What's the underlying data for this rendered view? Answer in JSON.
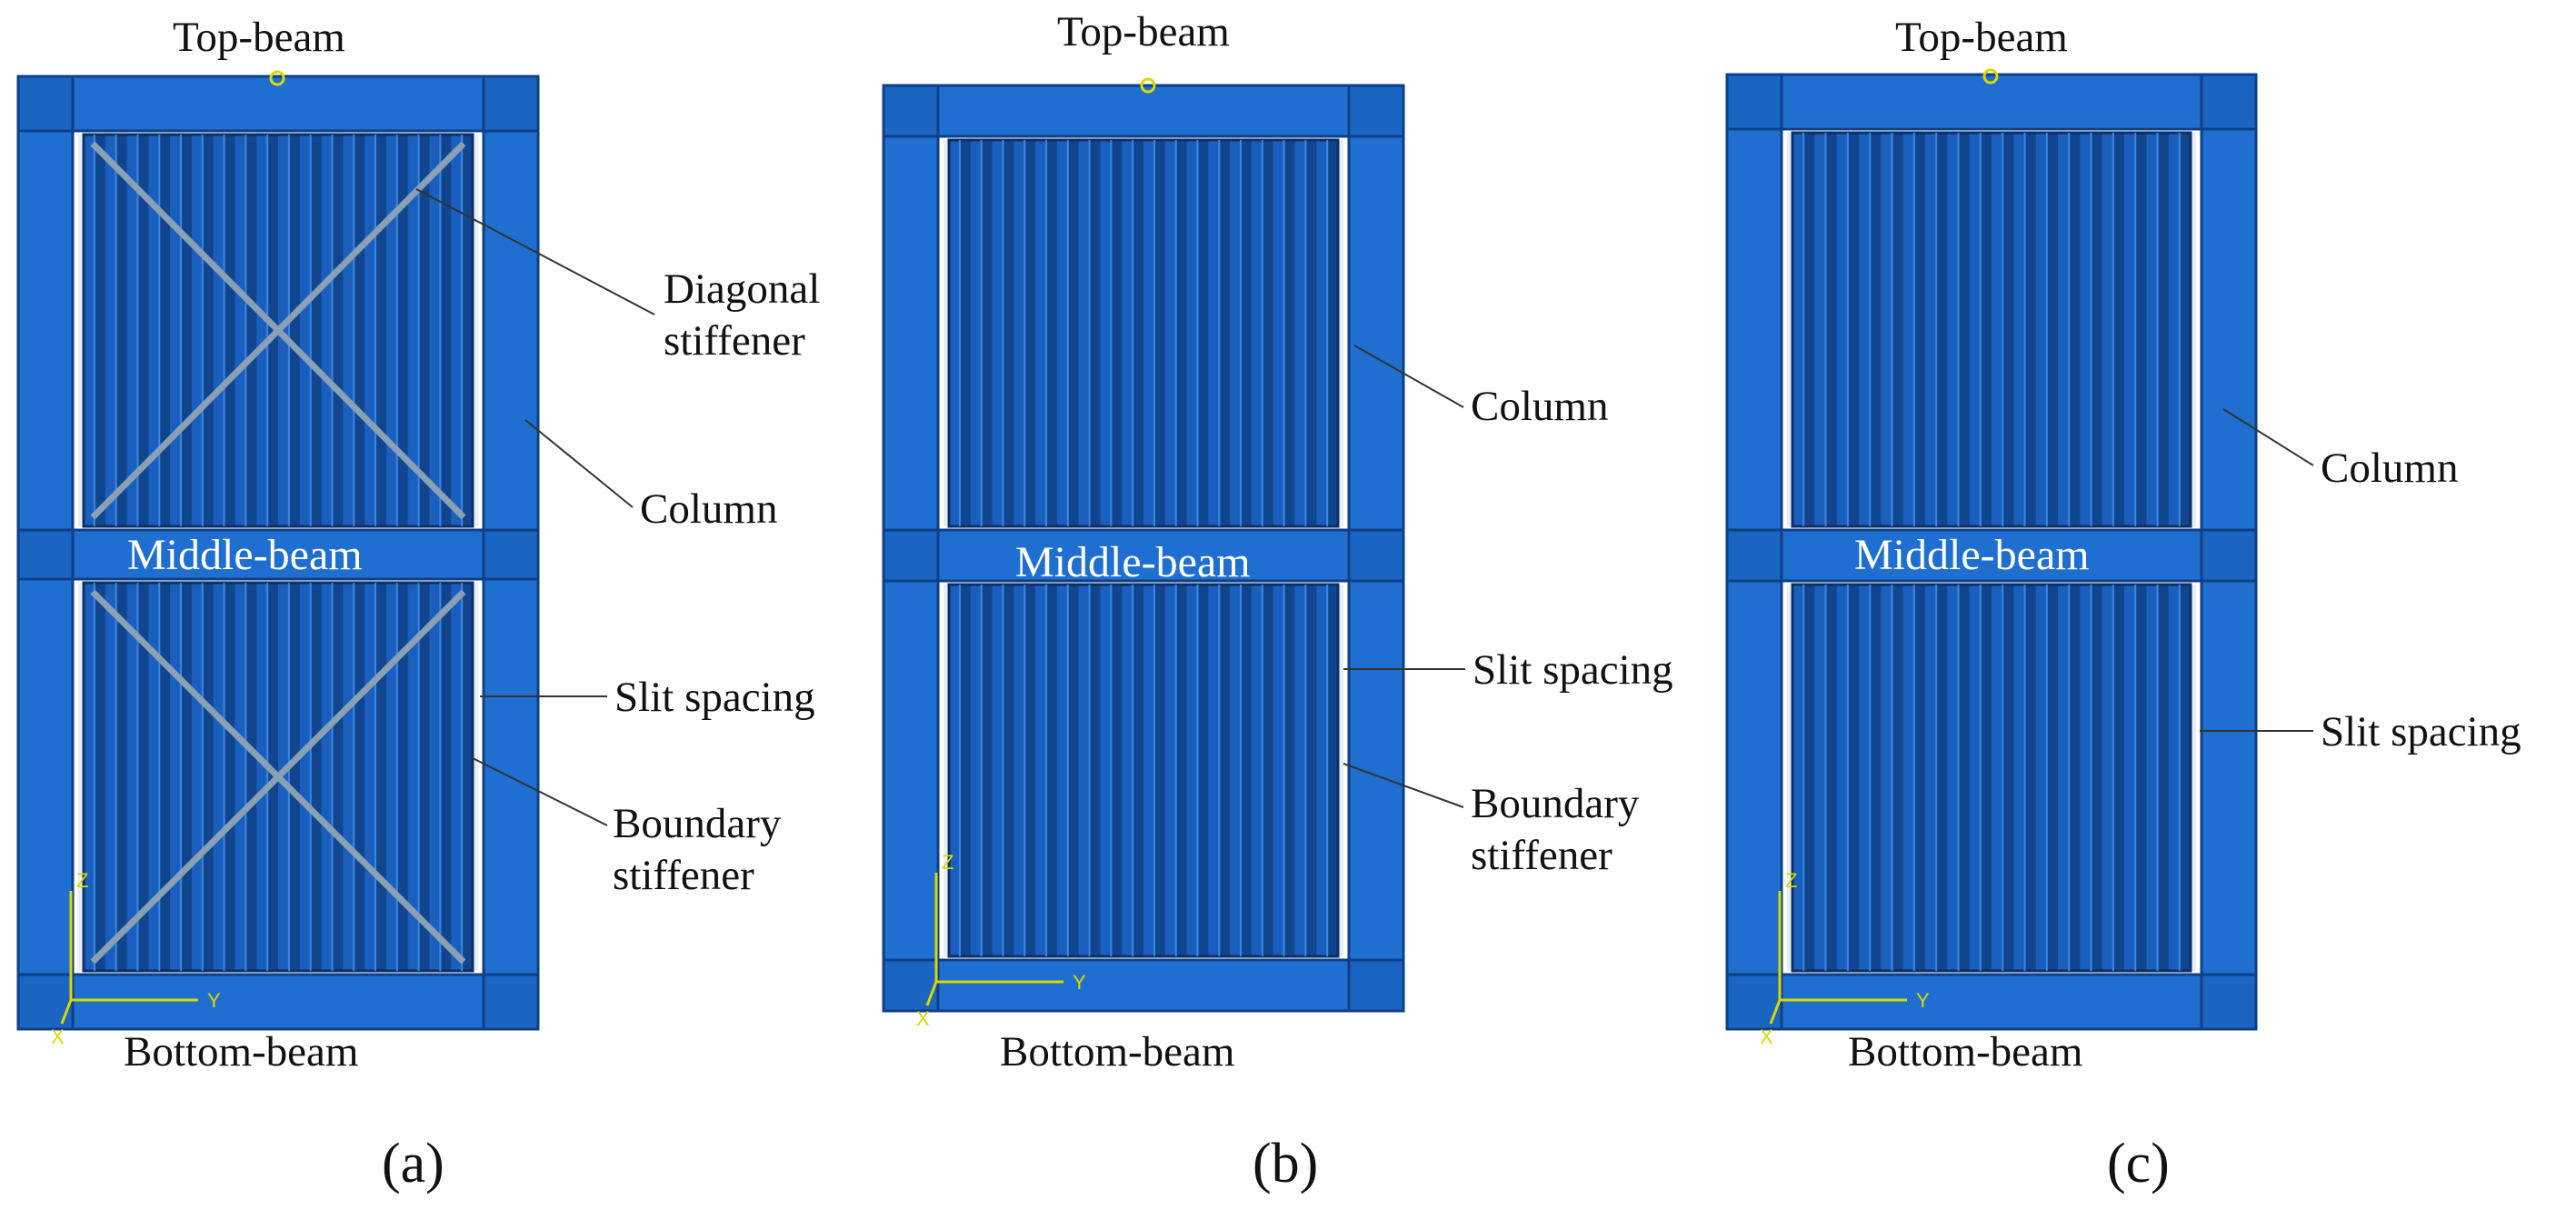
{
  "colors": {
    "frame": "#1f6fd0",
    "frame_dark": "#0f3f86",
    "plate": "#1a5fbe",
    "plate_dark": "#0b2f66",
    "stiffener": "#8aa0b4",
    "axis": "#d9d900",
    "leader": "#333333",
    "text": "#111111"
  },
  "panels": [
    {
      "id": "a",
      "top_beam_label": "Top-beam",
      "middle_beam_label": "Middle-beam",
      "bottom_beam_label": "Bottom-beam",
      "callouts": [
        "Diagonal\nstiffener",
        "Column",
        "Slit spacing",
        "Boundary\nstiffener"
      ],
      "caption": "(a)",
      "axis_labels": [
        "Z",
        "Y",
        "X"
      ]
    },
    {
      "id": "b",
      "top_beam_label": "Top-beam",
      "middle_beam_label": "Middle-beam",
      "bottom_beam_label": "Bottom-beam",
      "callouts": [
        "Column",
        "Slit spacing",
        "Boundary\nstiffener"
      ],
      "caption": "(b)",
      "axis_labels": [
        "Z",
        "Y",
        "X"
      ]
    },
    {
      "id": "c",
      "top_beam_label": "Top-beam",
      "middle_beam_label": "Middle-beam",
      "bottom_beam_label": "Bottom-beam",
      "callouts": [
        "Column",
        "Slit spacing"
      ],
      "caption": "(c)",
      "axis_labels": [
        "Z",
        "Y",
        "X"
      ]
    }
  ]
}
